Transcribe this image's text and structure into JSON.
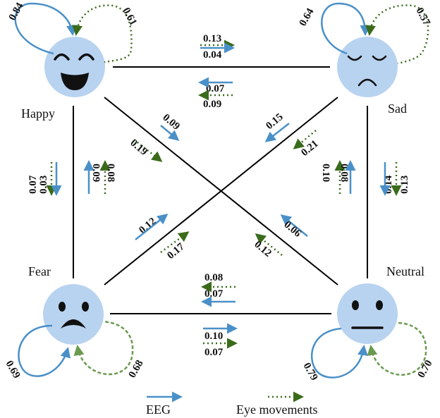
{
  "colors": {
    "eeg": "#4a90c8",
    "eye": "#3a6b1a",
    "face": "#b8d3f0",
    "feature": "#111111",
    "edge": "#000000",
    "fear_neutral_eye": "#6a9a50"
  },
  "legend": {
    "eeg_label": "EEG",
    "eye_label": "Eye movements"
  },
  "states": {
    "happy": {
      "label": "Happy",
      "icon": "happy-face-icon"
    },
    "sad": {
      "label": "Sad",
      "icon": "sad-face-icon"
    },
    "fear": {
      "label": "Fear",
      "icon": "fear-face-icon"
    },
    "neutral": {
      "label": "Neutral",
      "icon": "neutral-face-icon"
    }
  },
  "self_loops": {
    "happy": {
      "eeg": "0.84",
      "eye": "0.61"
    },
    "sad": {
      "eeg": "0.64",
      "eye": "0.57"
    },
    "fear": {
      "eeg": "0.69",
      "eye": "0.68"
    },
    "neutral": {
      "eeg": "0.79",
      "eye": "0.70"
    }
  },
  "transitions": {
    "happy_to_sad": {
      "eye": "0.13",
      "eeg": "0.04"
    },
    "sad_to_happy": {
      "eeg": "0.07",
      "eye": "0.09"
    },
    "happy_to_fear": {
      "eeg": "0.07",
      "eye": "0.03"
    },
    "fear_to_happy": {
      "eeg": "0.09",
      "eye": "0.08"
    },
    "happy_to_neutral": {
      "eeg": "0.09",
      "eye": "0.19"
    },
    "neutral_to_happy": {
      "eeg": "0.06",
      "eye": "0.12"
    },
    "sad_to_fear": {
      "eeg": "0.15",
      "eye": "0.21"
    },
    "fear_to_sad": {
      "eeg": "0.12",
      "eye": "0.17"
    },
    "sad_to_neutral": {
      "eeg": "0.14",
      "eye": "0.13"
    },
    "neutral_to_sad": {
      "eeg": "0.10",
      "eye": "0.08"
    },
    "neutral_to_fear": {
      "eye": "0.08",
      "eeg": "0.07"
    },
    "fear_to_neutral": {
      "eeg": "0.10",
      "eye": "0.07"
    }
  }
}
